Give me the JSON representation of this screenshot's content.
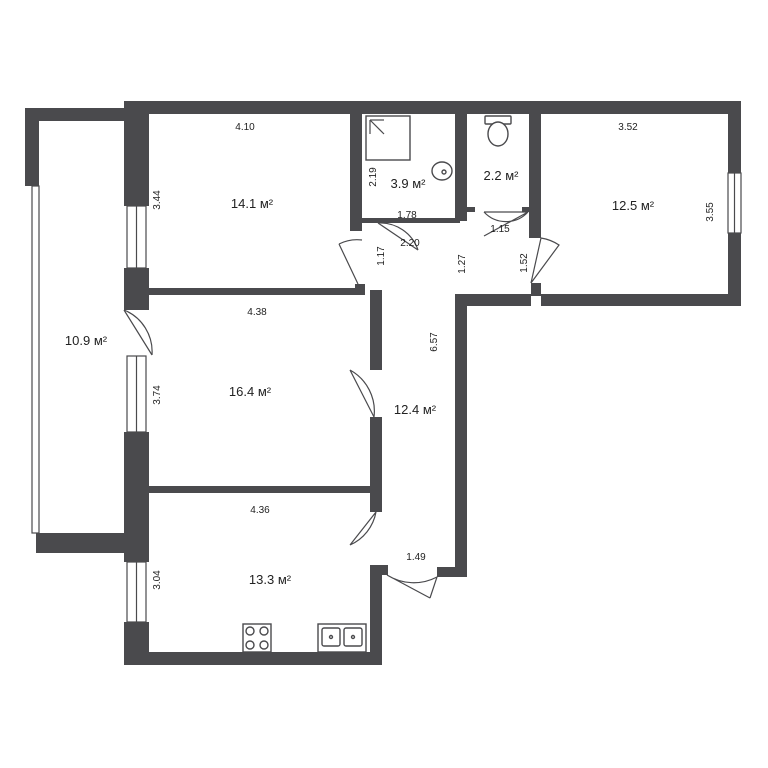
{
  "rooms": {
    "balcony": {
      "area": "10.9 м²"
    },
    "bedroom_top": {
      "area": "14.1 м²",
      "width": "4.10",
      "height": "3.44"
    },
    "bathroom": {
      "area": "3.9 м²",
      "height": "2.19",
      "width": "1.78"
    },
    "toilet": {
      "area": "2.2 м²"
    },
    "bedroom_right": {
      "area": "12.5 м²",
      "width": "3.52",
      "height": "3.55"
    },
    "living_room": {
      "area": "16.4 м²",
      "width": "4.38",
      "height": "3.74"
    },
    "kitchen": {
      "area": "13.3 м²",
      "width": "4.36",
      "height": "3.04"
    },
    "hallway": {
      "area": "12.4 м²",
      "length": "6.57",
      "width": "1.49"
    }
  },
  "corridor_dims": {
    "d_2_20": "2.20",
    "d_1_17": "1.17",
    "d_1_27": "1.27",
    "d_1_15": "1.15",
    "d_1_52": "1.52"
  },
  "colors": {
    "wall": "#4a4a4d",
    "background": "#ffffff"
  }
}
